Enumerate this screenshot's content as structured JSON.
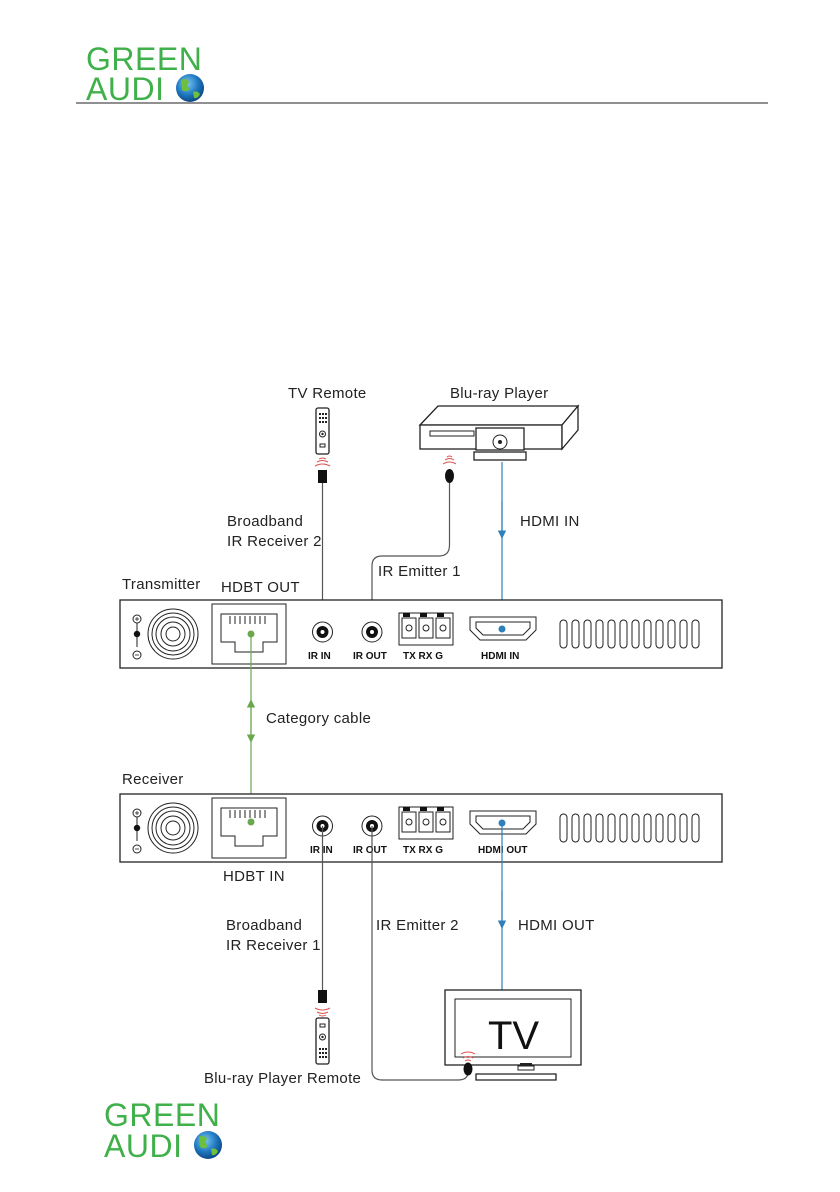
{
  "header_logo": {
    "line1": "GREEN",
    "line2": "AUDI"
  },
  "footer_logo": {
    "line1": "GREEN",
    "line2": "AUDI"
  },
  "devices": {
    "tv_remote": "TV Remote",
    "bluray_player": "Blu-ray Player",
    "bluray_remote": "Blu-ray Player Remote",
    "tv": "TV"
  },
  "units": {
    "transmitter": "Transmitter",
    "receiver": "Receiver"
  },
  "connections": {
    "broadband_line1": "Broadband",
    "broadband_rx2_line2": "IR Receiver 2",
    "broadband_rx1_line2": "IR Receiver 1",
    "ir_emitter_1": "IR Emitter 1",
    "ir_emitter_2": "IR Emitter 2",
    "hdmi_in": "HDMI IN",
    "hdmi_out": "HDMI OUT",
    "hdbt_out": "HDBT OUT",
    "hdbt_in": "HDBT IN",
    "category_cable": "Category cable"
  },
  "port_labels": {
    "ir_in": "IR IN",
    "ir_out": "IR OUT",
    "rs232": "TX RX  G",
    "hdmi_in": "HDMI IN",
    "hdmi_out": "HDMI OUT"
  },
  "colors": {
    "brand_green": "#3fb04a",
    "hdmi_line": "#2f7fb9",
    "category_line": "#6aa84f",
    "ir_red": "#d9534f"
  }
}
